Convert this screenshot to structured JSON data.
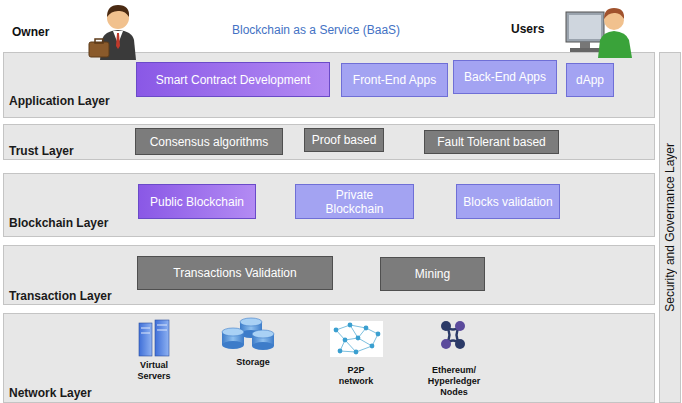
{
  "diagram": {
    "title": "Blockchain as a Service (BaaS)",
    "nodes": [
      {
        "text": [
          "Application Layer"
        ]
      },
      {
        "text": [
          "Smart Contract  Development"
        ],
        "in": 0
      },
      {
        "text": [
          "Front-End Apps"
        ],
        "in": 0
      },
      {
        "text": [
          "Back-End Apps"
        ],
        "in": 0
      },
      {
        "text": [
          "dApp"
        ],
        "in": 0
      },
      {
        "text": [
          "Trust  Layer"
        ]
      },
      {
        "text": [
          "Consensus  algorithms"
        ],
        "in": 5
      },
      {
        "text": [
          "Proof based"
        ],
        "in": 5
      },
      {
        "text": [
          "Fault Tolerant based"
        ],
        "in": 5
      },
      {
        "text": [
          "Blockchain Layer"
        ]
      },
      {
        "text": [
          "Public Blockchain"
        ],
        "in": 9
      },
      {
        "text": [
          "Private Blockchain"
        ],
        "in": 9
      },
      {
        "text": [
          "Blocks validation"
        ],
        "in": 9
      },
      {
        "text": [
          "Transaction Layer"
        ]
      },
      {
        "text": [
          "Transactions Validation"
        ],
        "in": 13
      },
      {
        "text": [
          "Mining"
        ],
        "in": 13
      },
      {
        "text": [
          "Network Layer"
        ]
      },
      {
        "text": [
          "Security and Governance  Layer"
        ]
      }
    ],
    "labels": [
      "Owner",
      "Users",
      "Virtual Servers",
      "Storage",
      "P2P network",
      "Ethereum/ Hyperledger Nodes"
    ]
  }
}
